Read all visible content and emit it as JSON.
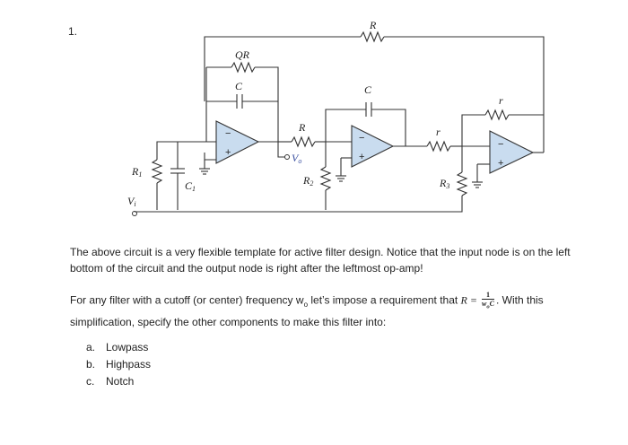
{
  "problem_number": "1.",
  "circuit": {
    "labels": {
      "R_top": "R",
      "QR": "QR",
      "C_first": "C",
      "R_mid": "R",
      "Vo": "V",
      "Vo_sub": "o",
      "C_second": "C",
      "r_series": "r",
      "r_feedback": "r",
      "R1": "R",
      "R1_sub": "1",
      "C1": "C",
      "C1_sub": "1",
      "R2": "R",
      "R2_sub": "2",
      "R3": "R",
      "R3_sub": "3",
      "Vi": "V",
      "Vi_sub": "i",
      "minus": "−",
      "plus": "+"
    }
  },
  "text": {
    "para1": "The above circuit is a very flexible template for active filter design. Notice that the input node is on the left bottom of the circuit and the output node is right after the leftmost op-amp!",
    "para2_before": "For any filter with a cutoff (or center) frequency w",
    "para2_sub": "o",
    "para2_mid": " let’s impose a requirement that ",
    "eq_lhs": "R = ",
    "frac_num": "1",
    "frac_den": "w",
    "frac_den_sub": "o",
    "frac_den_tail": "C",
    "para2_after": ". With this",
    "para3": "simplification, specify the other components to make this filter into:",
    "items": [
      {
        "letter": "a.",
        "label": "Lowpass"
      },
      {
        "letter": "b.",
        "label": "Highpass"
      },
      {
        "letter": "c.",
        "label": "Notch"
      }
    ]
  }
}
